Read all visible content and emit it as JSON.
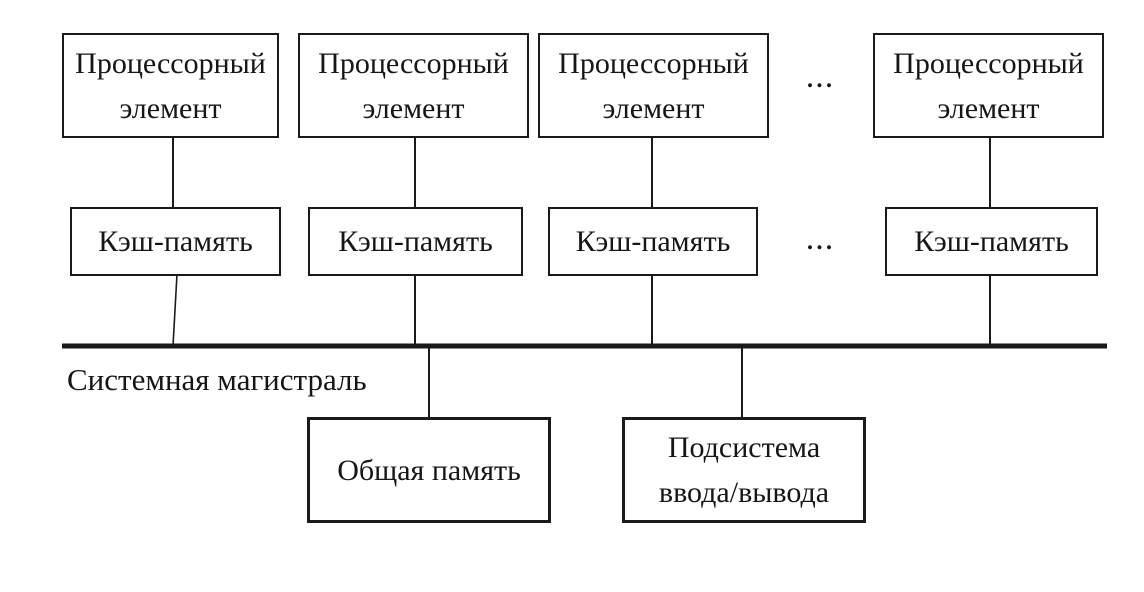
{
  "diagram": {
    "type": "block-diagram",
    "processor_elements": [
      {
        "label": "Процессорный элемент"
      },
      {
        "label": "Процессорный элемент"
      },
      {
        "label": "Процессорный элемент"
      },
      {
        "label": "Процессорный элемент"
      }
    ],
    "cache_nodes": [
      {
        "label": "Кэш-память"
      },
      {
        "label": "Кэш-память"
      },
      {
        "label": "Кэш-память"
      },
      {
        "label": "Кэш-память"
      }
    ],
    "ellipsis_row1": "...",
    "ellipsis_row2": "...",
    "bus": {
      "label": "Системная магистраль"
    },
    "bottom_nodes": [
      {
        "label": "Общая память"
      },
      {
        "label": "Подсистема ввода/вывода"
      }
    ],
    "colors": {
      "line": "#1a1a1a",
      "background": "#ffffff",
      "text": "#161616"
    }
  }
}
